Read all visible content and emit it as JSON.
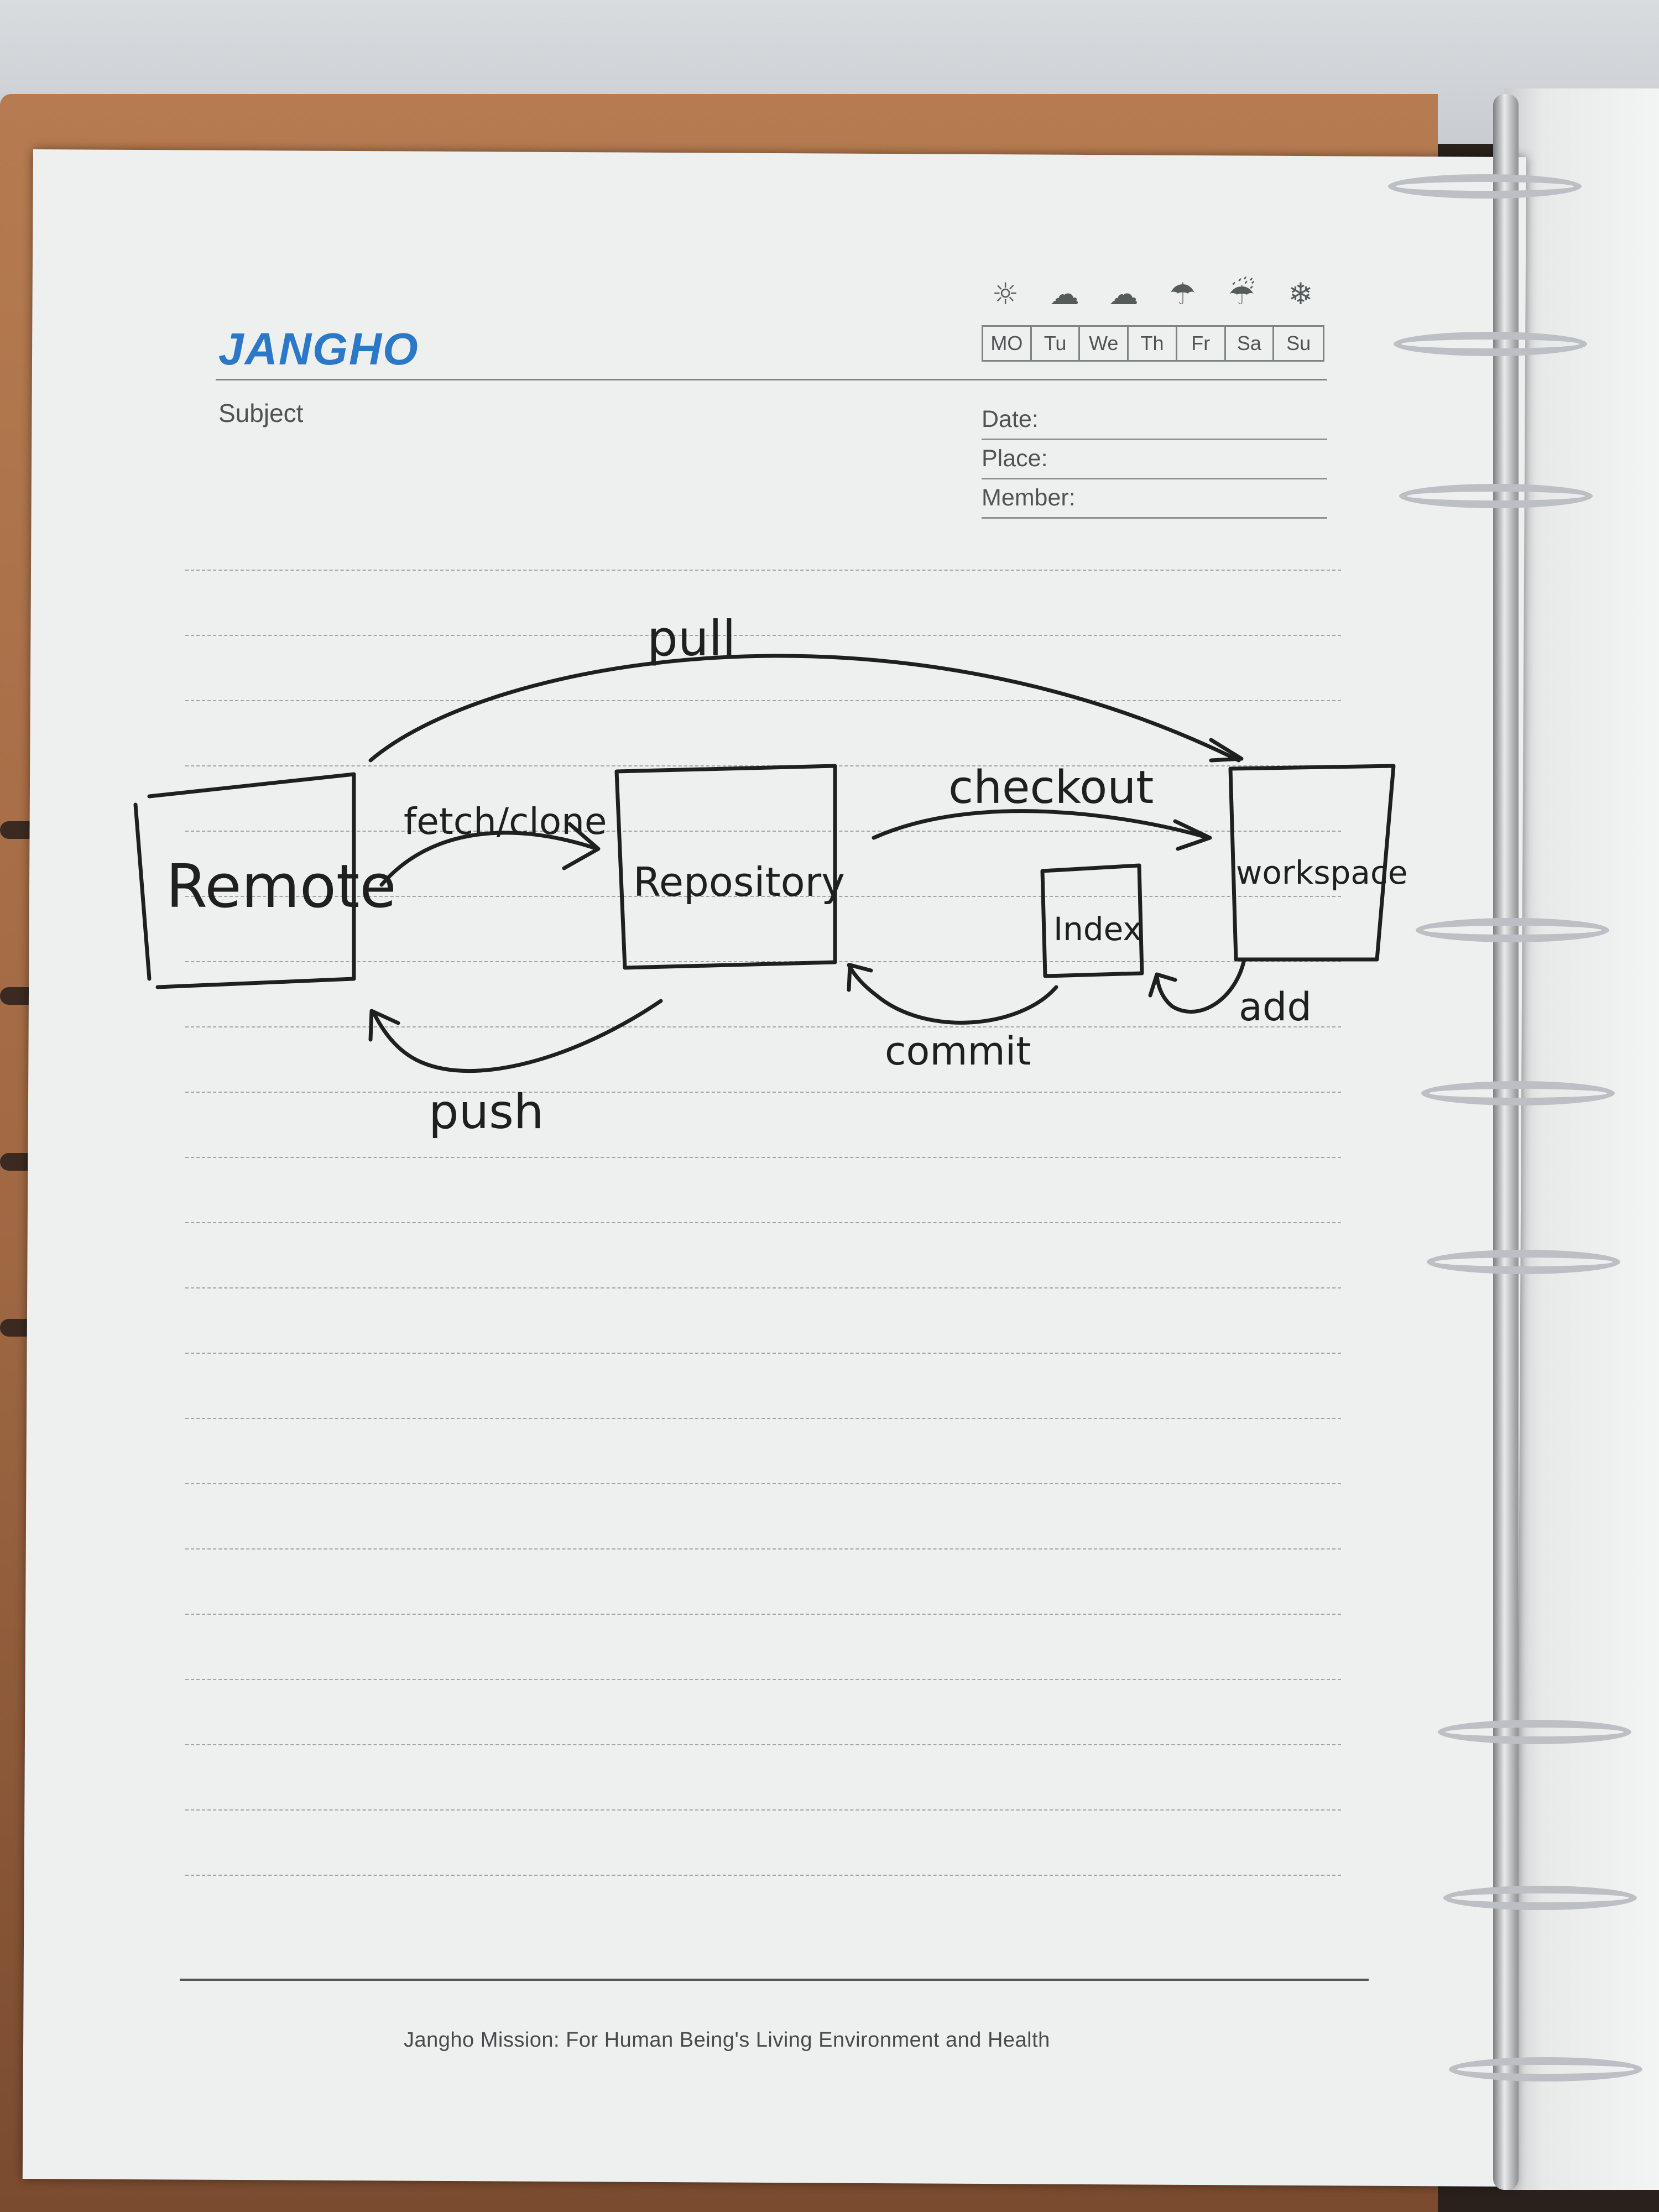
{
  "notebook": {
    "brand": "JANGHO",
    "subject_label": "Subject",
    "weather_icons": [
      "sun-icon",
      "partly-cloudy-icon",
      "cloud-icon",
      "rain-sun-icon",
      "rain-icon",
      "snow-icon"
    ],
    "days": [
      "MO",
      "Tu",
      "We",
      "Th",
      "Fr",
      "Sa",
      "Su"
    ],
    "date_label": "Date:",
    "place_label": "Place:",
    "member_label": "Member:",
    "footer": "Jangho Mission: For Human Being's Living Environment and Health"
  },
  "diagram": {
    "nodes": {
      "remote": "Remote",
      "repository": "Repository",
      "index": "Index",
      "workspace": "workspace"
    },
    "edges": {
      "pull": "pull",
      "fetch_clone": "fetch/clone",
      "checkout": "checkout",
      "push": "push",
      "commit": "commit",
      "add": "add"
    }
  }
}
